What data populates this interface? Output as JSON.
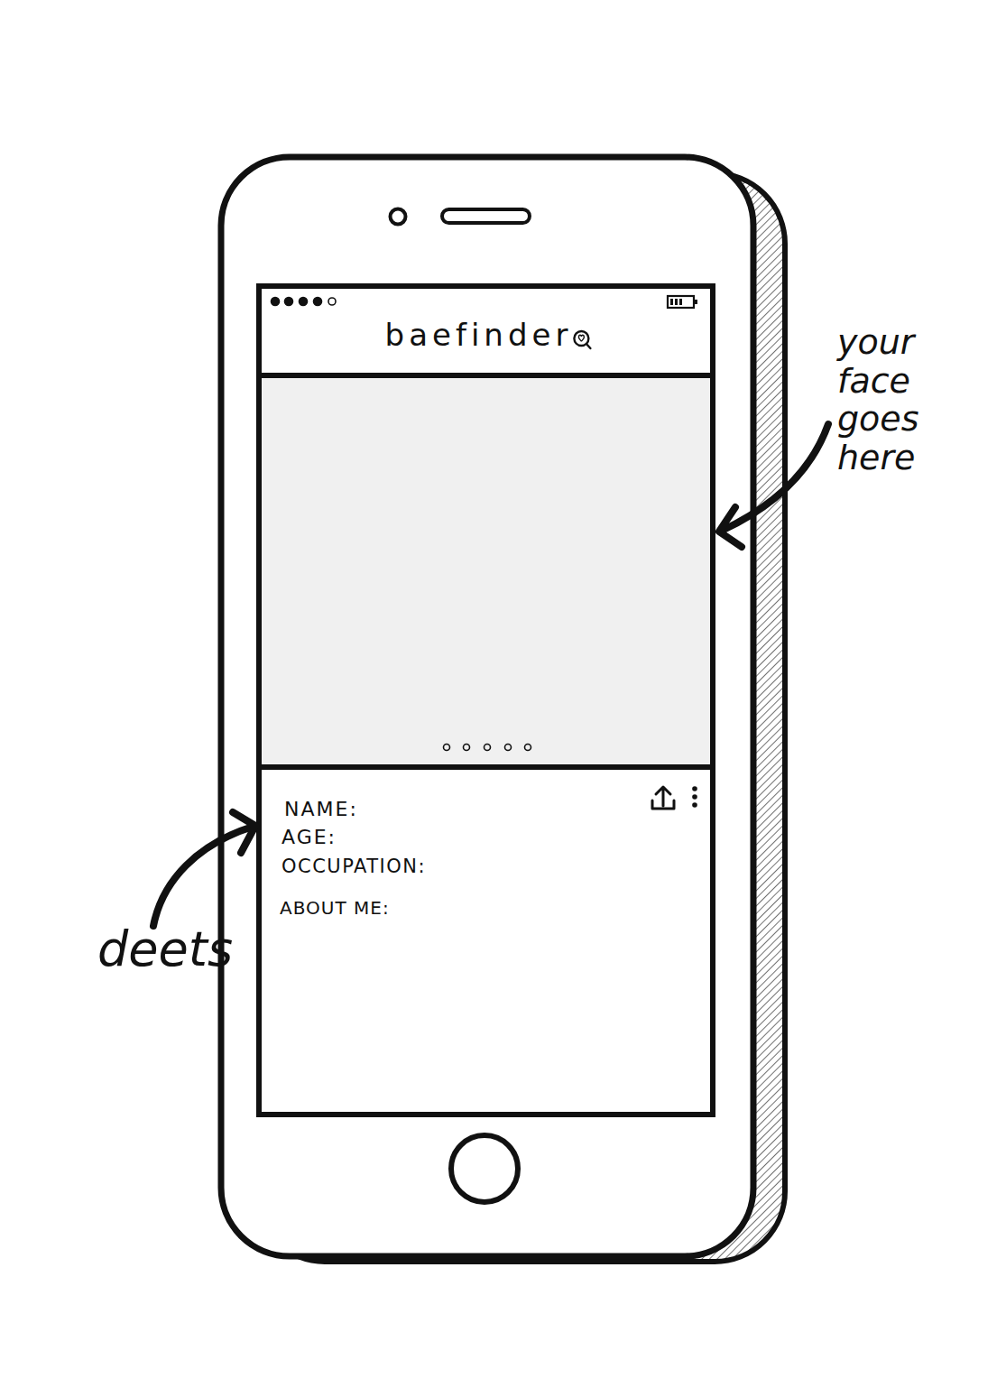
{
  "diagram": {
    "nodes": [
      {
        "text": [
          "baefinder"
        ]
      },
      {
        "text": [
          "NAME:",
          "AGE:",
          "OCCUPATION:",
          "ABOUT ME:"
        ]
      }
    ],
    "labels": [
      "your face goes here",
      "deets"
    ]
  }
}
